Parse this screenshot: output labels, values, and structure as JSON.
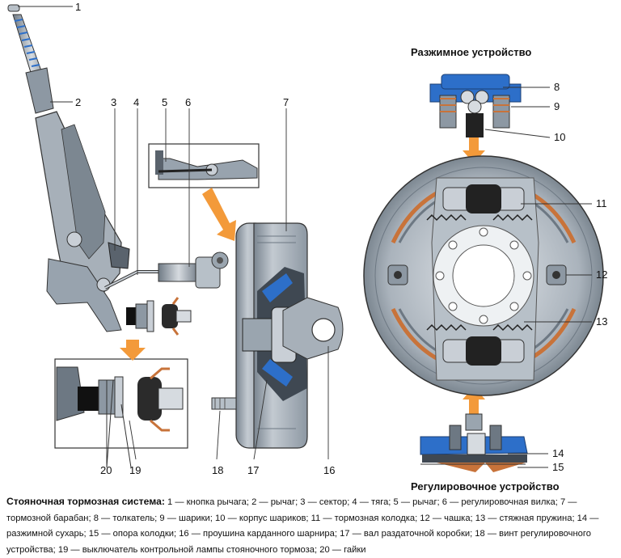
{
  "titles": {
    "top_right": "Разжимное устройство",
    "bottom_right": "Регулировочное устройство"
  },
  "callouts": [
    "1",
    "2",
    "3",
    "4",
    "5",
    "6",
    "7",
    "8",
    "9",
    "10",
    "11",
    "12",
    "13",
    "14",
    "15",
    "16",
    "17",
    "18",
    "19",
    "20"
  ],
  "caption": {
    "heading": "Стояночная тормозная система:",
    "body": " 1 — кнопка рычага; 2 — рычаг; 3 — сектор; 4 — тяга; 5 — рычаг; 6 — регулировочная вилка; 7 — тормозной барабан; 8 — толкатель; 9 — шарики; 10 — корпус шариков; 11 — тормозная колодка; 12 — чашка; 13 — стяжная пружина; 14 — разжимной сухарь; 15 — опора колодки; 16 — проушина карданного шарнира; 17 — вал раздаточной коробки; 18 — винт регулировочного устройства; 19 — выключатель контрольной лампы стояночного тормоза; 20 — гайки"
  },
  "colors": {
    "metal_light": "#c9cfd6",
    "metal_mid": "#98a3ae",
    "metal_dark": "#4c5560",
    "blue_part": "#2d6fc9",
    "arrow": "#f39a3a",
    "copper": "#c8733a"
  }
}
